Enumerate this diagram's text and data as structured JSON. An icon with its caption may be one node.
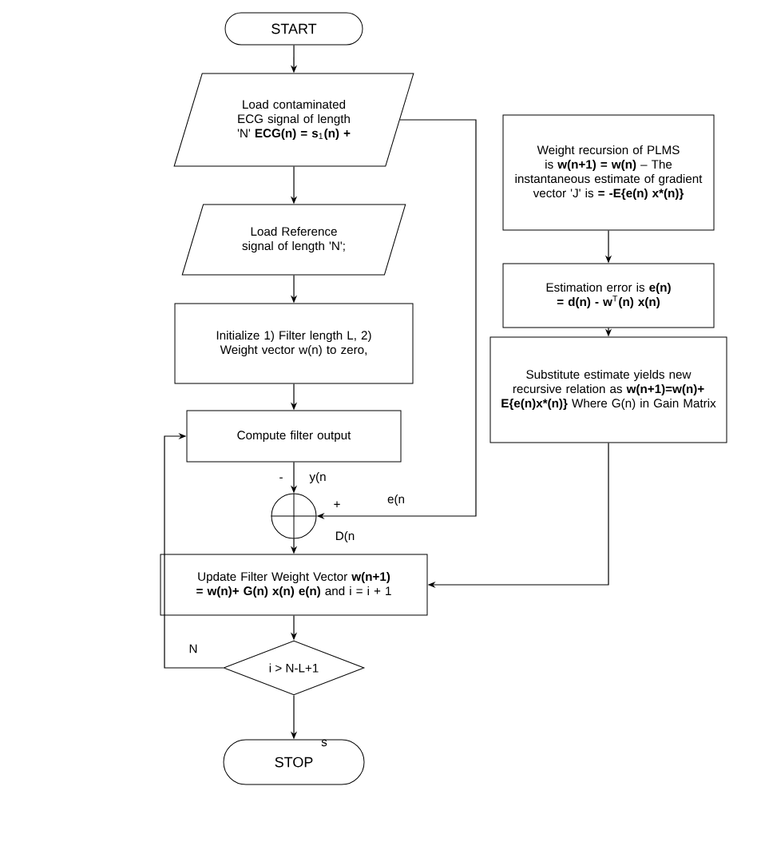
{
  "diagram": {
    "nodes": [
      {
        "text": [
          "START"
        ]
      },
      {
        "text": [
          "Load contaminated ECG signal of length 'N' **ECG(n) = s**$_{1}$**(n) +**"
        ]
      },
      {
        "text": [
          "Load Reference signal of length 'N';"
        ]
      },
      {
        "text": [
          "Initialize 1) Filter length L, 2) Weight vector w(n) to zero,"
        ]
      },
      {
        "text": [
          "Compute filter output"
        ]
      },
      {
        "text": [],
        "shape": "circle"
      },
      {
        "text": [
          "Update Filter Weight Vector **w(n+1) = w(n)+ G(n) x(n) e(n)** and i = i + 1"
        ]
      },
      {
        "text": [
          "i > N-L+1"
        ]
      },
      {
        "text": [
          "STOP"
        ]
      },
      {
        "text": [
          "Weight recursion of PLMS is **w(n+1) = w(n)** – The instantaneous estimate of gradient vector 'J' is **= -E{e(n) x*(n)}**"
        ]
      },
      {
        "text": [
          "Estimation error is **e(n) = d(n) - w**$^{T}$**(n) x(n)**"
        ]
      },
      {
        "text": [
          "Substitute estimate yields new recursive relation as **w(n+1)=w(n)+ E{e(n)x*(n)}** Where G(n) in Gain Matrix"
        ]
      }
    ],
    "edges": [
      {
        "from": 0,
        "to": 1,
        "arrow": "to"
      },
      {
        "from": 1,
        "to": 2,
        "arrow": "to"
      },
      {
        "from": 2,
        "to": 3,
        "arrow": "to"
      },
      {
        "from": 3,
        "to": 4,
        "arrow": "to"
      },
      {
        "from": 4,
        "to": 5,
        "arrow": "to",
        "label": "y(n"
      },
      {
        "from": 1,
        "to": 5,
        "arrow": "to",
        "label": "D(n"
      },
      {
        "from": 5,
        "to": 6,
        "arrow": "to"
      },
      {
        "from": 6,
        "to": 7,
        "arrow": "to"
      },
      {
        "from": 7,
        "to": 8,
        "arrow": "to"
      },
      {
        "from": 7,
        "to": 4,
        "arrow": "to",
        "label": "N"
      },
      {
        "from": 9,
        "to": 10,
        "arrow": "to"
      },
      {
        "from": 10,
        "to": 11,
        "arrow": "to"
      },
      {
        "from": 11,
        "to": 6,
        "arrow": "to"
      }
    ],
    "labels": [
      "-",
      "+",
      "e(n",
      "s"
    ]
  }
}
